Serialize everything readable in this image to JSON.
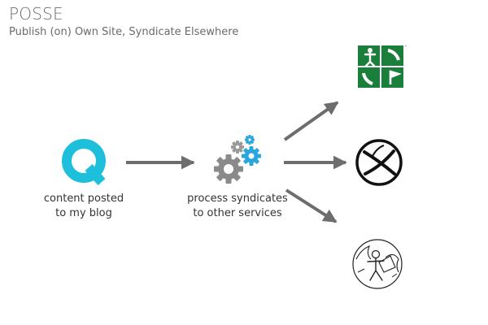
{
  "header": {
    "title": "POSSE",
    "subtitle": "Publish (on) Own Site, Syndicate Elsewhere"
  },
  "nodes": {
    "blog": {
      "caption": "content posted\nto my blog",
      "icon": "q-blog-icon"
    },
    "process": {
      "caption": "process syndicates\nto other services",
      "icon": "gears-icon"
    },
    "targets": [
      {
        "icon": "geocaching-logo-icon"
      },
      {
        "icon": "geocaching-circle-logo-icon"
      },
      {
        "icon": "sketch-person-icon"
      }
    ]
  },
  "colors": {
    "arrow": "#6d6d6d",
    "q_brand": "#1dbfda",
    "gear_blue": "#2aa6dd",
    "gear_gray": "#8a8a8a",
    "geocaching_green": "#1a7f3a"
  }
}
